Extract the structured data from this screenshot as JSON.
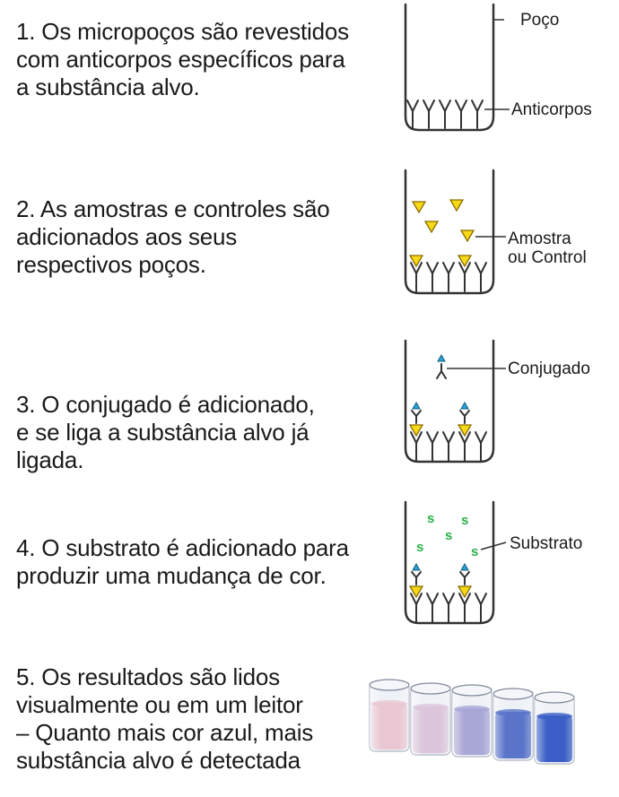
{
  "steps": [
    {
      "lines": [
        "1. Os micropoços são revestidos",
        "com anticorpos específicos para",
        "a substância alvo."
      ]
    },
    {
      "lines": [
        "2. As amostras e controles são",
        "adicionados aos seus",
        "respectivos poços."
      ]
    },
    {
      "lines": [
        "3. O conjugado é adicionado,",
        "e se liga a substância alvo já",
        "ligada."
      ]
    },
    {
      "lines": [
        "4. O substrato é adicionado para",
        "produzir uma mudança de cor."
      ]
    },
    {
      "lines": [
        "5. Os resultados são lidos",
        "visualmente ou em um leitor",
        "– Quanto mais cor azul, mais",
        "substância alvo é detectada"
      ]
    }
  ],
  "labels": {
    "well": "Poço",
    "antibodies": "Anticorpos",
    "sample_line1": "Amostra",
    "sample_line2": "ou Control",
    "conjugate": "Conjugado",
    "substrate": "Substrato"
  },
  "substrate_symbol": "s",
  "colors": {
    "antigen": "#f7d917",
    "conjugate": "#2aa3d6",
    "substrate": "#2bb24c",
    "well_outline": "#333333"
  },
  "cups": [
    {
      "color": "#e8c7d3"
    },
    {
      "color": "#dcc6dc"
    },
    {
      "color": "#a9a7d6"
    },
    {
      "color": "#5a74c9"
    },
    {
      "color": "#3b5fc6"
    }
  ]
}
